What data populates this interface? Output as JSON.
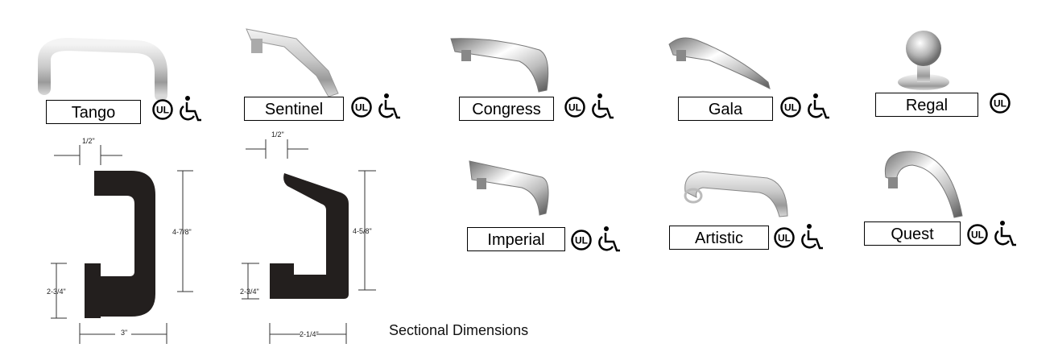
{
  "products": [
    {
      "name": "Tango",
      "ul": true,
      "ada": true
    },
    {
      "name": "Sentinel",
      "ul": true,
      "ada": true
    },
    {
      "name": "Congress",
      "ul": true,
      "ada": true
    },
    {
      "name": "Gala",
      "ul": true,
      "ada": true
    },
    {
      "name": "Regal",
      "ul": true,
      "ada": false
    },
    {
      "name": "Imperial",
      "ul": true,
      "ada": true
    },
    {
      "name": "Artistic",
      "ul": true,
      "ada": true
    },
    {
      "name": "Quest",
      "ul": true,
      "ada": true
    }
  ],
  "badges": {
    "ul_text": "UL"
  },
  "dimensions": {
    "tango": {
      "top": "1/2\"",
      "height": "4-7/8\"",
      "base": "2-3/4\"",
      "width": "3\""
    },
    "sentinel": {
      "top": "1/2\"",
      "height": "4-5/8\"",
      "base": "2-3/4\"",
      "width": "2-1/4\""
    }
  },
  "caption": "Sectional Dimensions",
  "colors": {
    "profile": "#231f1e",
    "metal_light": "#e8e8e8",
    "metal_dark": "#8a8a8a"
  }
}
